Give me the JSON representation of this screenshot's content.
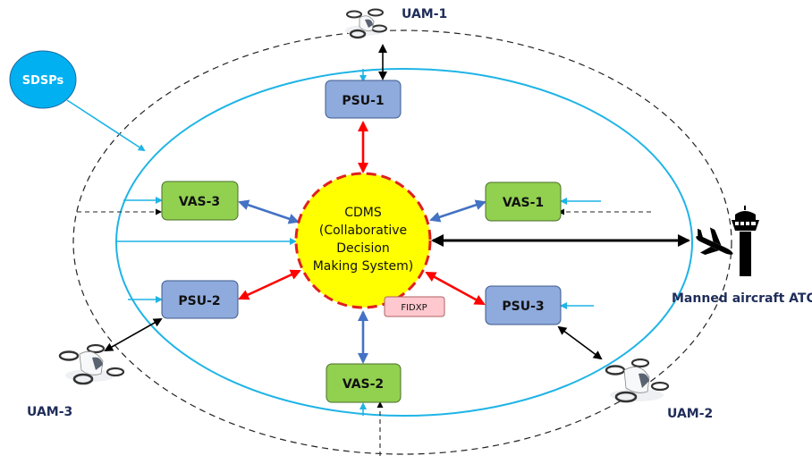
{
  "colors": {
    "psu_fill": "#8faadc",
    "vas_fill": "#92d050",
    "cdms_fill": "#ffff00",
    "cdms_border": "#e02020",
    "sdsp_fill": "#00b0f0",
    "fidxp_fill": "#ffc7ce",
    "inner_ring": "#1fb4e6",
    "label_navy": "#1f2d5a",
    "red_arrow": "#ff0000",
    "blue_arrow": "#4472c4"
  },
  "sdsp": {
    "label": "SDSPs"
  },
  "cdms": {
    "lines": [
      "CDMS",
      "(Collaborative",
      "Decision",
      "Making System)"
    ]
  },
  "fidxp": {
    "label": "FIDXP"
  },
  "psu": [
    {
      "id": "psu-1",
      "label": "PSU-1"
    },
    {
      "id": "psu-2",
      "label": "PSU-2"
    },
    {
      "id": "psu-3",
      "label": "PSU-3"
    }
  ],
  "vas": [
    {
      "id": "vas-1",
      "label": "VAS-1"
    },
    {
      "id": "vas-2",
      "label": "VAS-2"
    },
    {
      "id": "vas-3",
      "label": "VAS-3"
    }
  ],
  "uam": [
    {
      "id": "uam-1",
      "label": "UAM-1"
    },
    {
      "id": "uam-2",
      "label": "UAM-2"
    },
    {
      "id": "uam-3",
      "label": "UAM-3"
    }
  ],
  "atc": {
    "label": "Manned aircraft ATC"
  }
}
